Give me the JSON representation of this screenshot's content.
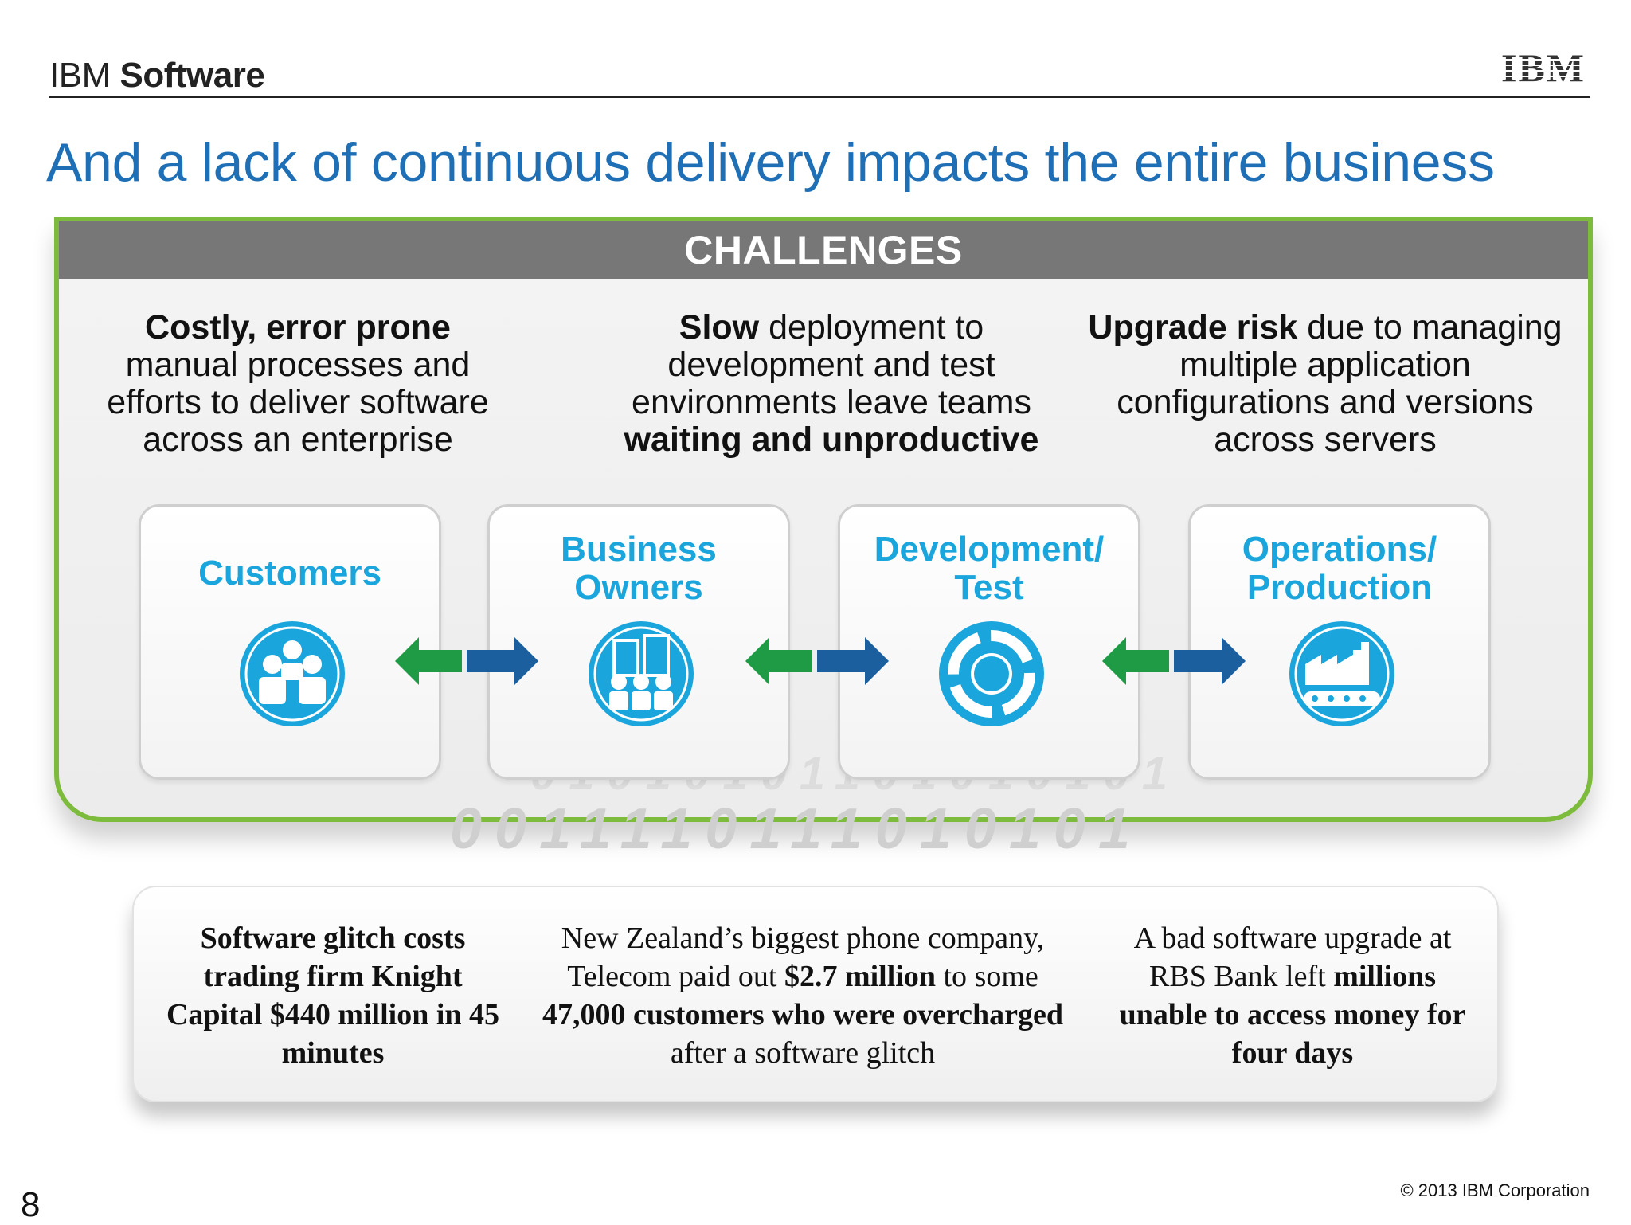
{
  "header": {
    "brand_light": "IBM",
    "brand_bold": "Software",
    "logo_text": "IBM"
  },
  "title": "And a lack of continuous delivery impacts the entire business",
  "challenges": {
    "heading": "CHALLENGES",
    "items": [
      {
        "bold": "Costly, error prone",
        "rest": "manual processes and efforts to deliver software across an enterprise"
      },
      {
        "bold": "Slow",
        "mid": "deployment to development and test environments leave teams",
        "bold_end": "waiting and unproductive"
      },
      {
        "bold": "Upgrade risk",
        "rest": "due to managing multiple application configurations and versions across servers"
      }
    ],
    "binary_rows": [
      "01010101101010101",
      "0011110111010101"
    ]
  },
  "stakeholders": [
    {
      "line1": "Customers",
      "line2": "",
      "icon": "customers-icon"
    },
    {
      "line1": "Business",
      "line2": "Owners",
      "icon": "business-owners-icon"
    },
    {
      "line1": "Development/",
      "line2": "Test",
      "icon": "development-cycle-icon"
    },
    {
      "line1": "Operations/",
      "line2": "Production",
      "icon": "factory-icon"
    }
  ],
  "colors": {
    "title_blue": "#1e6fb5",
    "label_cyan": "#1aa6dc",
    "border_green": "#7dbb3c",
    "bar_gray": "#777777",
    "arrow_green": "#1f9a45",
    "arrow_blue": "#1c5f9e"
  },
  "stories": [
    {
      "bold": "Software glitch costs trading firm Knight Capital $440 million in 45 minutes"
    },
    {
      "a": "New Zealand’s biggest phone company, Telecom paid out",
      "b_bold": "$2.7 million",
      "c": "to some",
      "d_bold": "47,000 customers who were overcharged",
      "e": "after a software glitch"
    },
    {
      "a": "A bad software upgrade at RBS Bank left",
      "b_bold": "millions unable to access money for four days"
    }
  ],
  "footer": {
    "page_number": "8",
    "copyright": "© 2013 IBM Corporation"
  }
}
